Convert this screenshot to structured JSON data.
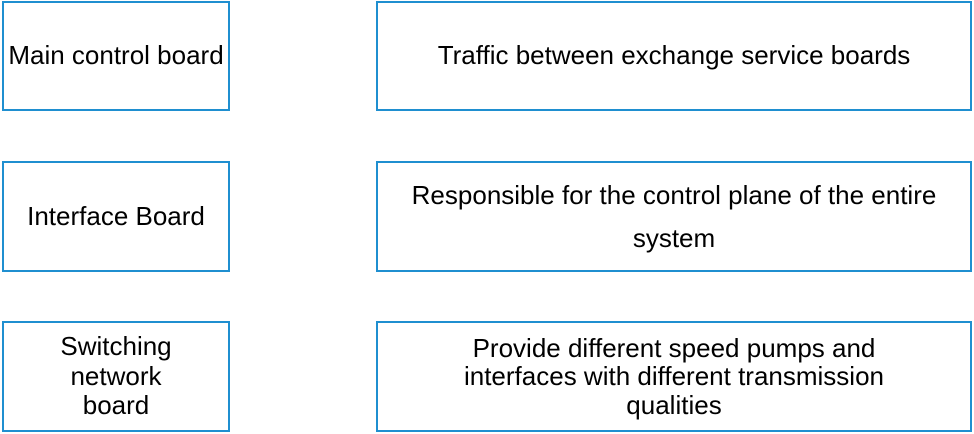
{
  "components": [
    "Main control board",
    "Interface Board",
    "Switching network board"
  ],
  "functions": [
    "Traffic between exchange service boards",
    "Responsible for the control plane of the entire system",
    "Provide different speed pumps and interfaces with different transmission qualities"
  ],
  "colors": {
    "box_border": "#1f8fd0",
    "text": "#000000",
    "background": "#ffffff"
  }
}
